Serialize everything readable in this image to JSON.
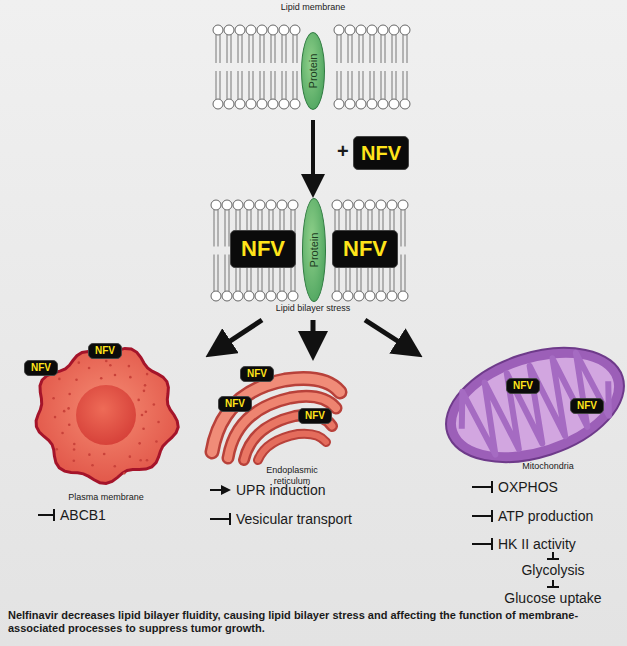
{
  "diagram": {
    "caption": "Nelfinavir decreases lipid bilayer fluidity, causing lipid bilayer stress and affecting the function of membrane-associated processes to suppress tumor growth.",
    "nodes": [
      {
        "text": [
          "Protein"
        ]
      },
      {
        "text": [
          "NFV"
        ]
      },
      {
        "text": [
          "NFV"
        ]
      },
      {
        "text": [
          "Protein"
        ]
      },
      {
        "text": [
          "NFV"
        ]
      },
      {
        "text": [
          "NFV"
        ]
      },
      {
        "text": [
          "NFV"
        ]
      },
      {
        "text": [
          "NFV"
        ]
      },
      {
        "text": [
          "NFV"
        ]
      },
      {
        "text": [
          "NFV"
        ]
      },
      {
        "text": [
          "NFV"
        ]
      },
      {
        "text": [
          "NFV"
        ]
      }
    ],
    "labels": [
      "Lipid membrane",
      "+",
      "Lipid bilayer stress",
      "Plasma membrane",
      "ABCB1",
      "Endoplasmic reticulum",
      "UPR induction",
      "Vesicular transport",
      "Mitochondria",
      "OXPHOS",
      "ATP production",
      "HK II activity",
      "Glycolysis",
      "Glucose uptake"
    ]
  }
}
